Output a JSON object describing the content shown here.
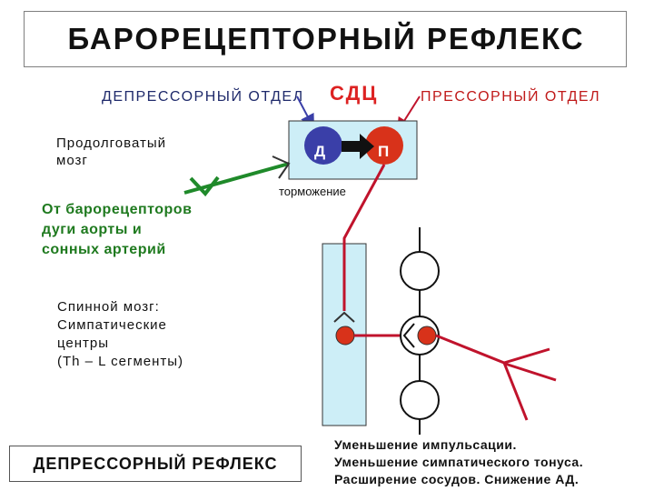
{
  "title": "БАРОРЕЦЕПТОРНЫЙ РЕФЛЕКС",
  "center_label": "СДЦ",
  "depressor_dept": "ДЕПРЕССОРНЫЙ ОТДЕЛ",
  "pressor_dept": "ПРЕССОРНЫЙ ОТДЕЛ",
  "depressor_node": "Д",
  "pressor_node": "П",
  "medulla": "Продолговатый\nмозг",
  "baroreceptors": "От барорецепторов\nдуги аорты и\nсонных артерий",
  "inhibition": "торможение",
  "spinal_cord": "Спинной мозг:\nСимпатические\nцентры\n(Th – L сегменты)",
  "reflex_name": "ДЕПРЕССОРНЫЙ РЕФЛЕКС",
  "result": "Уменьшение импульсации.\nУменьшение симпатического тонуса.\nРасширение сосудов. Снижение АД.",
  "colors": {
    "depressor": "#3a3fa8",
    "pressor": "#d8321a",
    "pathway": "#c0132c",
    "afferent": "#1f8a2a",
    "spinal_fill": "#cdeef7"
  }
}
